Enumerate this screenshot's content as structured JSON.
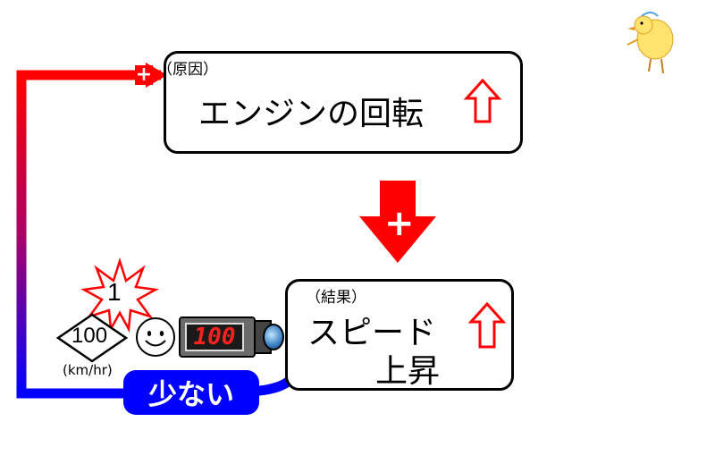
{
  "cause_box": {
    "tag": "（原因）",
    "text": "エンジンの回転"
  },
  "effect_box": {
    "tag": "（結果）",
    "line1": "スピード",
    "line2": "上昇"
  },
  "feedback": {
    "label": "少ない",
    "sign": "+"
  },
  "link_sign": "+",
  "speed_sign": {
    "value": "100",
    "unit": "(km/hr)"
  },
  "burst": {
    "value": "1"
  },
  "speed_camera": {
    "display": "100"
  },
  "colors": {
    "arrow_red": "#ff0000",
    "feedback_top": "#ff0000",
    "feedback_bottom": "#0000ff",
    "camera_display_bg": "#1a1a1a",
    "camera_digits": "#ff2020"
  },
  "icons": [
    "up-arrow-icon",
    "down-arrow-icon",
    "smiley-icon",
    "speed-camera-icon",
    "chick-icon",
    "starburst-icon",
    "diamond-sign-icon"
  ]
}
